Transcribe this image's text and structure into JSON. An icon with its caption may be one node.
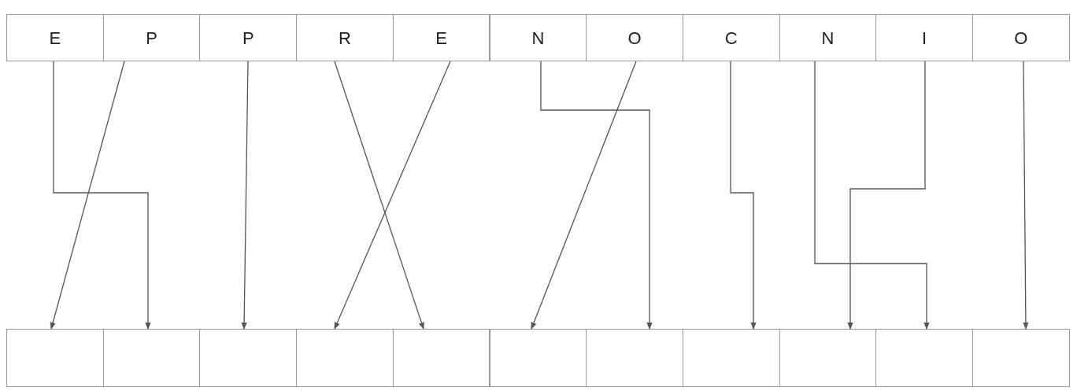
{
  "diagram": {
    "nodes": [
      {
        "text": [
          "E"
        ]
      },
      {
        "text": [
          "P"
        ]
      },
      {
        "text": [
          "P"
        ]
      },
      {
        "text": [
          "R"
        ]
      },
      {
        "text": [
          "E"
        ]
      },
      {
        "text": [
          "N"
        ]
      },
      {
        "text": [
          "O"
        ]
      },
      {
        "text": [
          "C"
        ]
      },
      {
        "text": [
          "N"
        ]
      },
      {
        "text": [
          "I"
        ]
      },
      {
        "text": [
          "O"
        ]
      },
      {
        "text": [],
        "shape": "box"
      },
      {
        "text": [],
        "shape": "box"
      },
      {
        "text": [],
        "shape": "box"
      },
      {
        "text": [],
        "shape": "box"
      },
      {
        "text": [],
        "shape": "box"
      },
      {
        "text": [],
        "shape": "box"
      },
      {
        "text": [],
        "shape": "box"
      },
      {
        "text": [],
        "shape": "box"
      },
      {
        "text": [],
        "shape": "box"
      },
      {
        "text": [],
        "shape": "box"
      },
      {
        "text": [],
        "shape": "box"
      }
    ],
    "edges": [
      {
        "from": 0,
        "to": 12,
        "arrow": "to"
      },
      {
        "from": 1,
        "to": 11,
        "arrow": "to"
      },
      {
        "from": 2,
        "to": 13,
        "arrow": "to"
      },
      {
        "from": 3,
        "to": 15,
        "arrow": "to"
      },
      {
        "from": 4,
        "to": 14,
        "arrow": "to"
      },
      {
        "from": 5,
        "to": 17,
        "arrow": "to"
      },
      {
        "from": 6,
        "to": 16,
        "arrow": "to"
      },
      {
        "from": 7,
        "to": 18,
        "arrow": "to"
      },
      {
        "from": 8,
        "to": 20,
        "arrow": "to"
      },
      {
        "from": 9,
        "to": 19,
        "arrow": "to"
      },
      {
        "from": 10,
        "to": 21,
        "arrow": "to"
      }
    ]
  }
}
